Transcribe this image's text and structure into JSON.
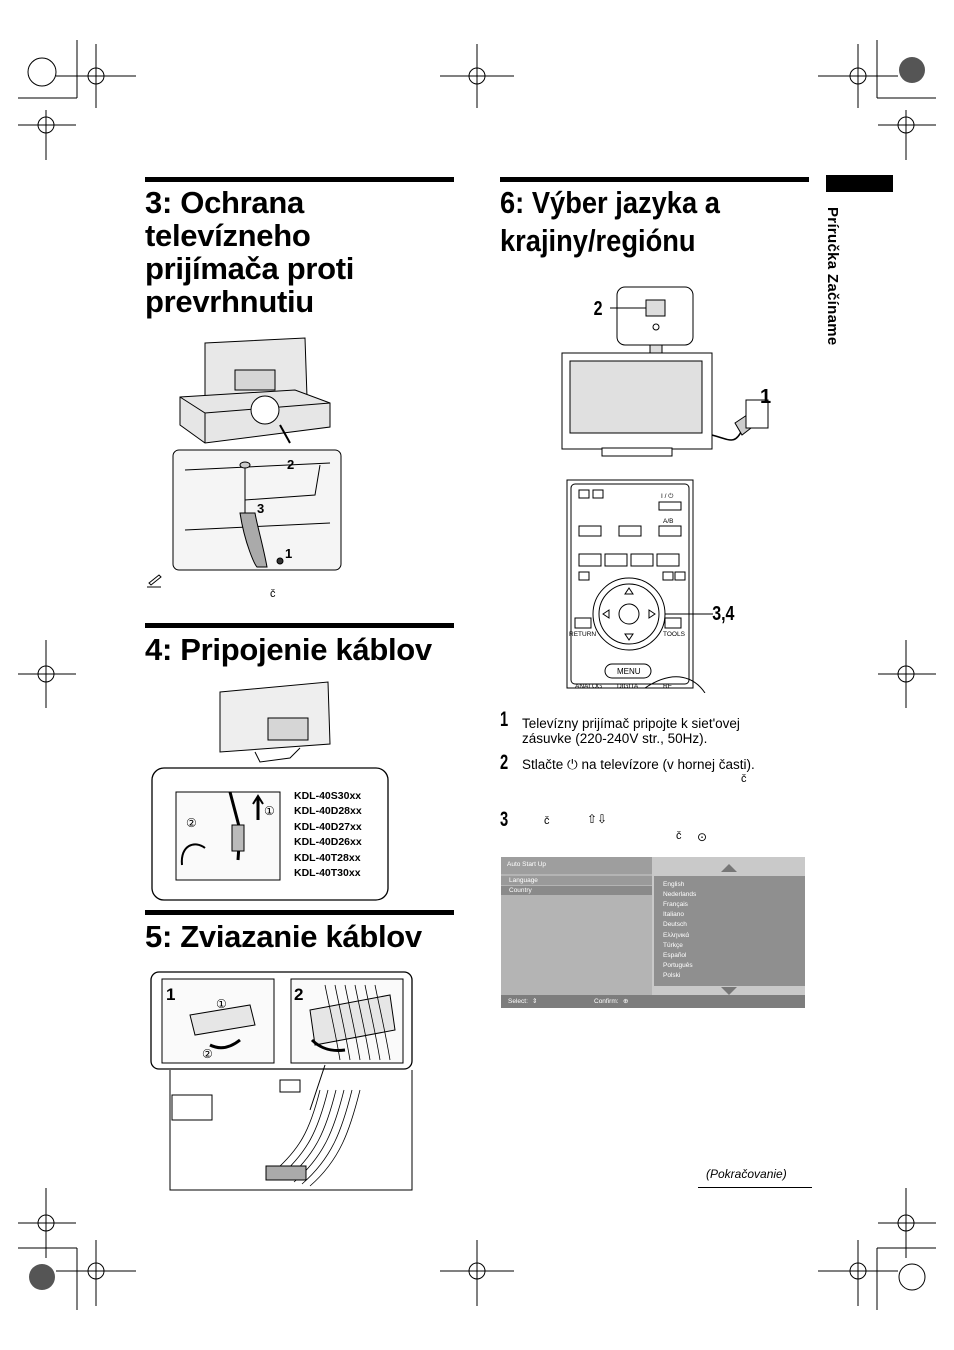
{
  "side_tab": {
    "label": "Príručka Začíname"
  },
  "sections": {
    "s3": {
      "title_lines": [
        "3: Ochrana",
        "televízneho",
        "prijímača proti",
        "prevrhnutiu"
      ],
      "callouts": [
        "2",
        "3",
        "1"
      ],
      "note_char": "č"
    },
    "s4": {
      "title": "4: Pripojenie káblov",
      "models": [
        "KDL-40S30xx",
        "KDL-40D28xx",
        "KDL-40D27xx",
        "KDL-40D26xx",
        "KDL-40T28xx",
        "KDL-40T30xx"
      ],
      "callouts": [
        "①",
        "②"
      ]
    },
    "s5": {
      "title": "5: Zviazanie káblov",
      "panel_labels": [
        "1",
        "2"
      ],
      "callouts": [
        "①",
        "②"
      ]
    },
    "s6": {
      "title_lines": [
        "6: Výber jazyka a",
        "krajiny/regiónu"
      ],
      "callouts": [
        "2",
        "1",
        "3,4"
      ],
      "remote": {
        "buttons": [
          "I / ⏻",
          "A/B",
          "RETURN",
          "TOOLS",
          "MENU",
          "ANALOG",
          "DIGITA",
          "RE"
        ]
      },
      "steps": [
        {
          "num": "1",
          "text": "Televízny prijímač pripojte k siet'ovej zásuvke (220-240V str., 50Hz)."
        },
        {
          "num": "2",
          "text": "Stlačte ⏻ na televízore (v hornej časti).",
          "extra": "č"
        },
        {
          "num": "3",
          "text_parts": [
            "č",
            "⇧⇩",
            "č",
            "⊙"
          ]
        }
      ],
      "osd": {
        "header": "Auto Start Up",
        "menu_items": [
          "Language",
          "Country"
        ],
        "languages": [
          "English",
          "Nederlands",
          "Français",
          "Italiano",
          "Deutsch",
          "Ελληνικά",
          "Türkçe",
          "Español",
          "Português",
          "Polski"
        ],
        "footer_select": "Select:",
        "footer_confirm": "Confirm:"
      }
    }
  },
  "continuation": "(Pokračovanie)"
}
